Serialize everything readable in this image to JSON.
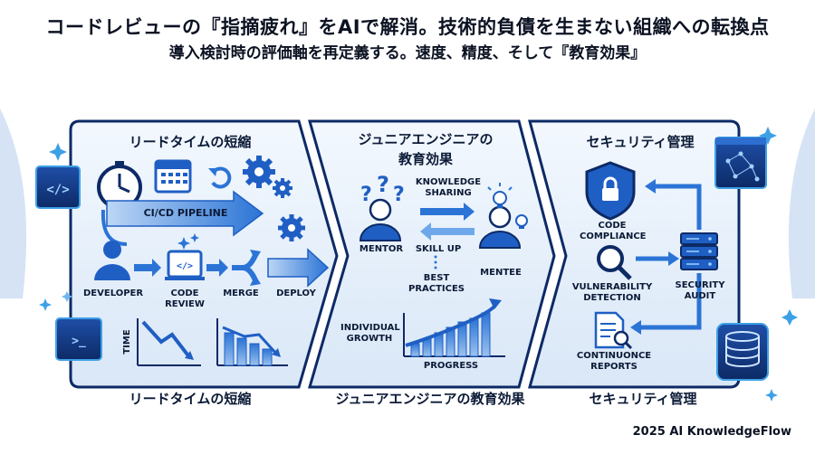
{
  "header": {
    "title": "コードレビューの『指摘疲れ』をAIで解消。技術的負債を生まない組織への転換点",
    "subtitle": "導入検討時の評価軸を再定義する。速度、精度、そして『教育効果』"
  },
  "panels": [
    {
      "title": "リードタイムの短縮",
      "bottom_label": "リードタイムの短縮",
      "pipeline_label": "CI/CD PIPELINE",
      "steps": [
        "DEVELOPER",
        "CODE\nREVIEW",
        "MERGE",
        "DEPLOY"
      ],
      "time_axis_label": "TIME"
    },
    {
      "title": "ジュニアエンジニアの\n教育効果",
      "bottom_label": "ジュニアエンジニアの教育効果",
      "labels": {
        "knowledge_sharing": "KNOWLEDGE\nSHARING",
        "mentor": "MENTOR",
        "skill_up": "SKILL UP",
        "mentee": "MENTEE",
        "best_practices": "BEST\nPRACTICES",
        "individual_growth": "INDIVIDUAL\nGROWTH",
        "progress": "PROGRESS"
      }
    },
    {
      "title": "セキュリティ管理",
      "bottom_label": "セキュリティ管理",
      "labels": {
        "code_compliance": "CODE\nCOMPLIANCE",
        "vulnerability_detection": "VULNERABILITY\nDETECTION",
        "security_audit": "SECURITY\nAUDIT",
        "continuous_reports": "CONTINUONCE\nREPORTS"
      }
    }
  ],
  "footer": {
    "credit": "2025 AI KnowledgeFlow"
  },
  "colors": {
    "primary": "#1f5fc4",
    "dark": "#0d2a66",
    "light": "#dce8f7",
    "panel_border": "#0d2a66",
    "accent_cyan": "#3da0e6"
  }
}
